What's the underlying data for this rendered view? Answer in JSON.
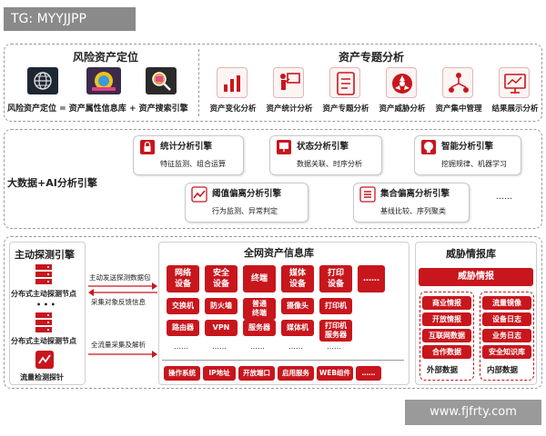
{
  "watermark_tag": "TG: MYYJJPP",
  "footer_watermark": "www.fjfrty.com",
  "colors": {
    "accent": "#c8161d",
    "tag_bg": "#8a8a8a"
  },
  "risk_section": {
    "title": "风险资产定位",
    "caption": "风险资产定位 = 资产属性信息库 + 资产搜索引擎"
  },
  "topic_section": {
    "title": "资产专题分析",
    "items": [
      {
        "label": "资产变化分析",
        "icon": "chart-icon"
      },
      {
        "label": "资产统计分析",
        "icon": "presenter-icon"
      },
      {
        "label": "资产专题分析",
        "icon": "checklist-icon"
      },
      {
        "label": "资产威胁分析",
        "icon": "hazard-icon"
      },
      {
        "label": "资产集中管理",
        "icon": "network-icon"
      },
      {
        "label": "结果展示分析",
        "icon": "display-icon"
      }
    ]
  },
  "bigdata_section": {
    "title": "大数据+AI分析引擎",
    "more": "……",
    "engines": [
      {
        "title": "统计分析引擎",
        "sub": "特征监测、组合运算",
        "icon": "lock-icon"
      },
      {
        "title": "状态分析引擎",
        "sub": "数据关联、时序分析",
        "icon": "monitor-icon"
      },
      {
        "title": "智能分析引擎",
        "sub": "挖掘规律、机器学习",
        "icon": "brain-icon"
      },
      {
        "title": "阈值偏离分析引擎",
        "sub": "行为监测、异常判定",
        "icon": "trend-icon"
      },
      {
        "title": "集合偏离分析引擎",
        "sub": "基线比较、序列聚类",
        "icon": "list-icon"
      }
    ]
  },
  "probe_section": {
    "title": "主动探测引擎",
    "nodes": [
      "分布式主动探测节点",
      "分布式主动探测节点",
      "流量检测探针"
    ],
    "dots": "• • •",
    "arrow1_top": "主动发送探测数据包",
    "arrow1_bottom": "采集对象反馈信息",
    "arrow2": "全流量采集及解析"
  },
  "asset_db": {
    "title": "全网资产信息库",
    "categories": [
      {
        "title": "网络\n设备",
        "items": [
          "交换机",
          "路由器"
        ],
        "dots": "……"
      },
      {
        "title": "安全\n设备",
        "items": [
          "防火墙",
          "VPN"
        ],
        "dots": "……"
      },
      {
        "title": "终端",
        "items": [
          "普通\n终端",
          "服务器"
        ],
        "dots": "……"
      },
      {
        "title": "媒体\n设备",
        "items": [
          "摄像头",
          "媒体机"
        ],
        "dots": "……"
      },
      {
        "title": "打印\n设备",
        "items": [
          "打印机",
          "打印机\n服务器"
        ],
        "dots": "……"
      },
      {
        "title": "……",
        "items": [],
        "dots": ""
      }
    ],
    "attributes": [
      "操作系统",
      "IP地址",
      "开放端口",
      "启用服务",
      "WEB组件",
      "……"
    ]
  },
  "threat_db": {
    "title": "威胁情报库",
    "header": "威胁情报",
    "external": {
      "items": [
        "商业情报",
        "开放情报",
        "互联网数据",
        "合作数据"
      ],
      "label": "外部数据"
    },
    "internal": {
      "items": [
        "流量镜像",
        "设备日志",
        "业务日志",
        "安全知识库"
      ],
      "label": "内部数据"
    }
  }
}
